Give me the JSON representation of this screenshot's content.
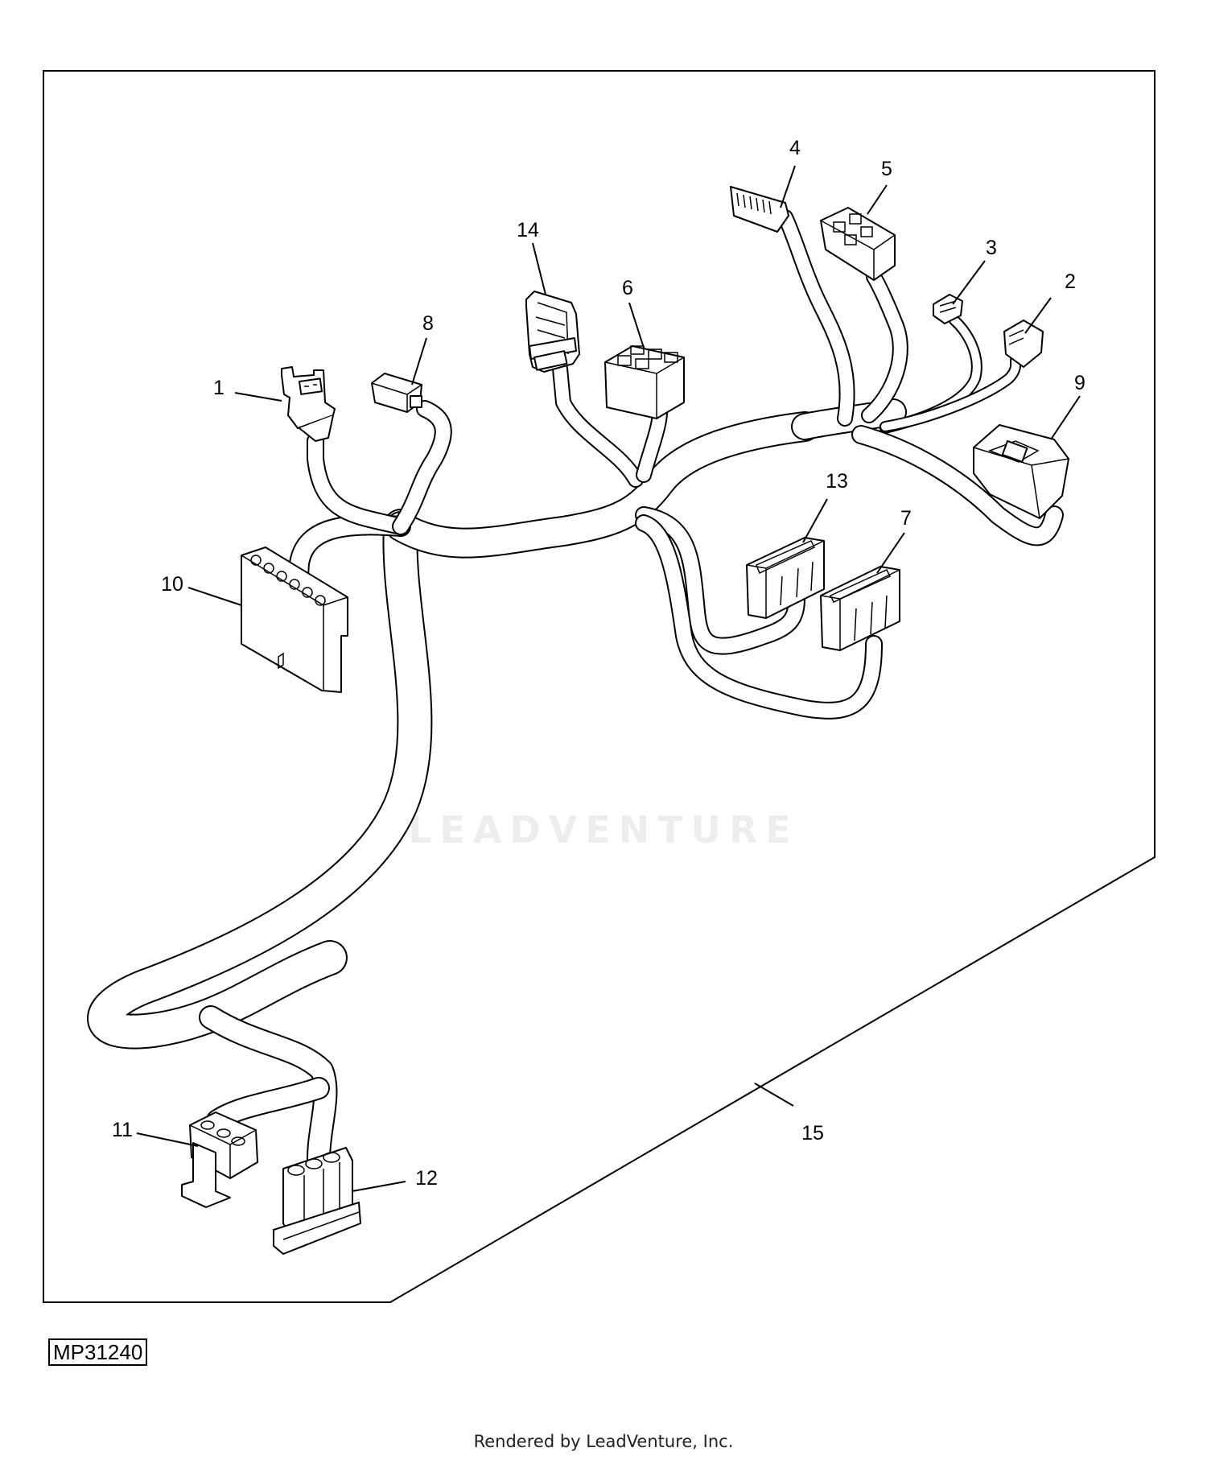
{
  "figure_id": "MP31240",
  "footer": "Rendered by LeadVenture, Inc.",
  "watermark": "LEADVENTURE",
  "callouts": {
    "c1": "1",
    "c2": "2",
    "c3": "3",
    "c4": "4",
    "c5": "5",
    "c6": "6",
    "c7": "7",
    "c8": "8",
    "c9": "9",
    "c10": "10",
    "c11": "11",
    "c12": "12",
    "c13": "13",
    "c14": "14",
    "c15": "15"
  }
}
